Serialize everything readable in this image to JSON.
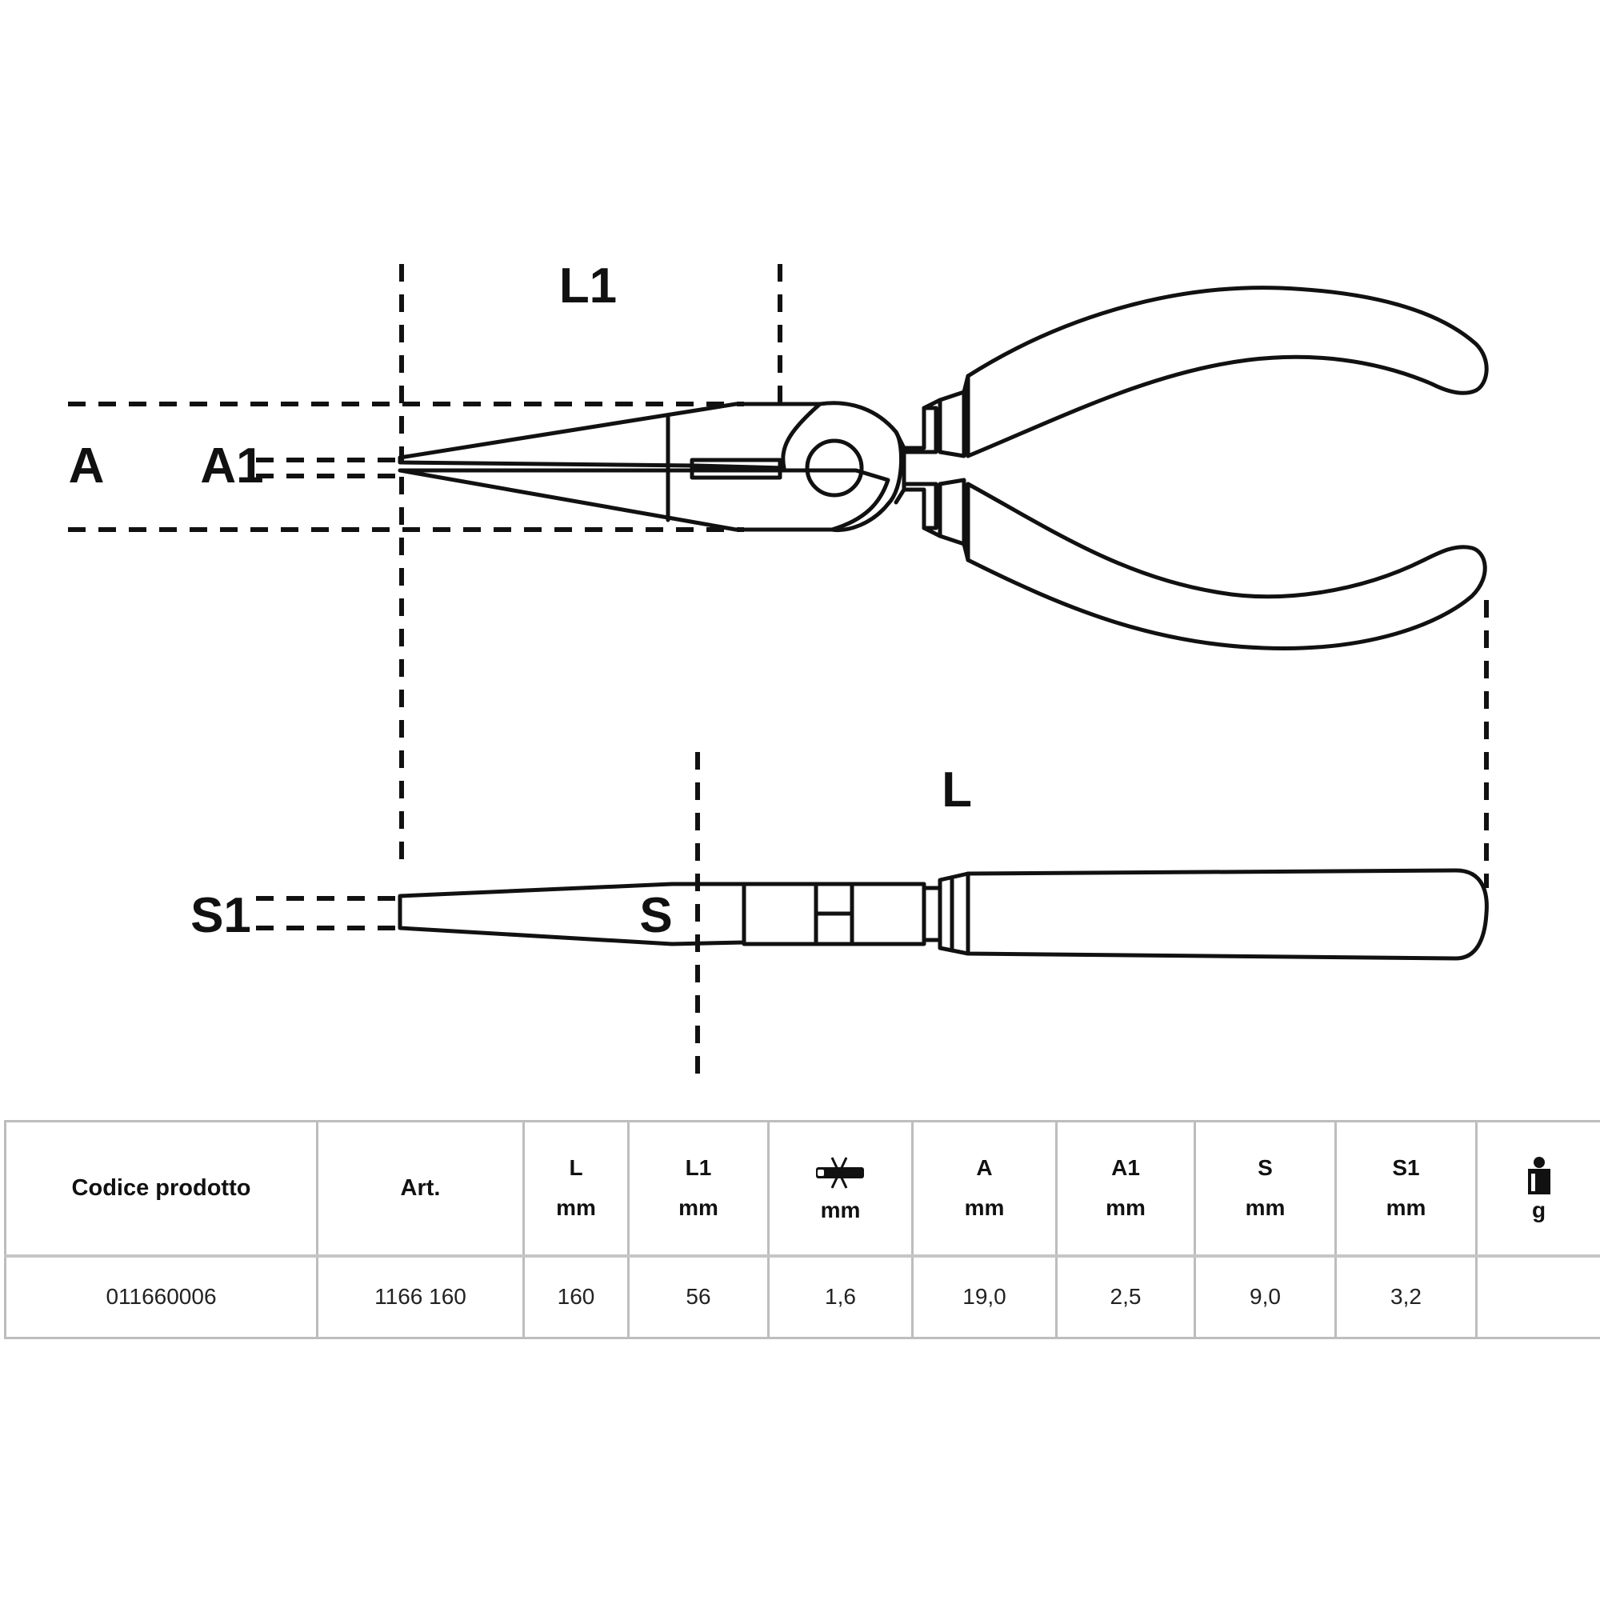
{
  "drawing": {
    "labels": {
      "L1": "L1",
      "A": "A",
      "A1": "A1",
      "L": "L",
      "S1": "S1",
      "S": "S"
    }
  },
  "table": {
    "headers": [
      {
        "key": "code",
        "label": "Codice prodotto"
      },
      {
        "key": "art",
        "label": "Art."
      },
      {
        "key": "L",
        "label": "L",
        "unit": "mm"
      },
      {
        "key": "L1",
        "label": "L1",
        "unit": "mm"
      },
      {
        "key": "wire",
        "icon": "wire-cut-icon",
        "unit": "mm"
      },
      {
        "key": "A",
        "label": "A",
        "unit": "mm"
      },
      {
        "key": "A1",
        "label": "A1",
        "unit": "mm"
      },
      {
        "key": "S",
        "label": "S",
        "unit": "mm"
      },
      {
        "key": "S1",
        "label": "S1",
        "unit": "mm"
      },
      {
        "key": "weight",
        "icon": "weight-icon",
        "unit": "g"
      }
    ],
    "rows": [
      [
        "011660006",
        "1166 160",
        "160",
        "56",
        "1,6",
        "19,0",
        "2,5",
        "9,0",
        "3,2",
        ""
      ]
    ]
  },
  "colors": {
    "line": "#111111",
    "grid": "#bdbdbd"
  }
}
